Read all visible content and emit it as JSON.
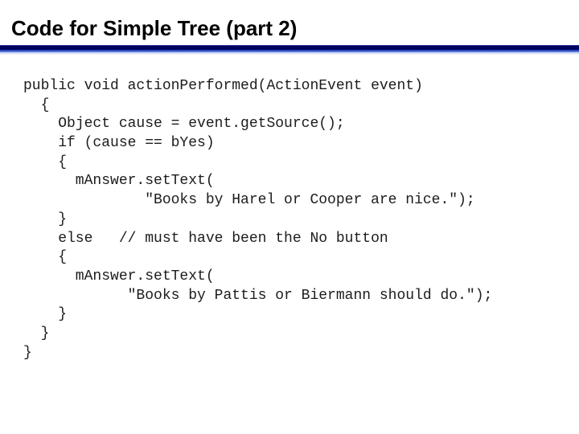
{
  "slide": {
    "title": "Code for Simple Tree (part 2)"
  },
  "code": {
    "lines": [
      "public void actionPerformed(ActionEvent event)",
      "  {",
      "    Object cause = event.getSource();",
      "    if (cause == bYes)",
      "    {",
      "      mAnswer.setText(",
      "              \"Books by Harel or Cooper are nice.\");",
      "    }",
      "    else   // must have been the No button",
      "    {",
      "      mAnswer.setText(",
      "            \"Books by Pattis or Biermann should do.\");",
      "    }",
      "  }",
      "}"
    ]
  },
  "colors": {
    "background": "#ffffff",
    "title_text": "#000000",
    "code_text": "#1c1c1c",
    "rule_dark": "#01015f",
    "rule_mid": "#2e4fc4",
    "rule_light": "#b4c2ef"
  }
}
